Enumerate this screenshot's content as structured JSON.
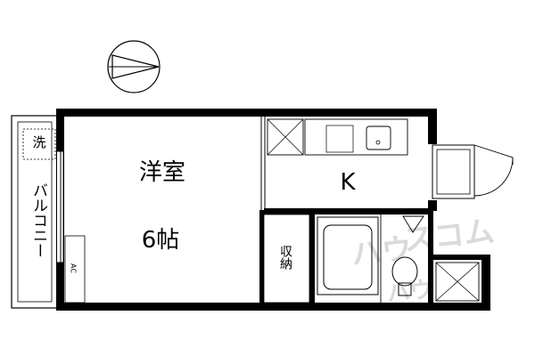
{
  "floor_plan": {
    "rooms": {
      "western_room": {
        "name": "洋室",
        "size": "6帖"
      },
      "kitchen": {
        "name": "K"
      },
      "closet": {
        "name": "収納"
      },
      "balcony": {
        "name": "バルコニー",
        "laundry_label": "洗"
      }
    },
    "markers": {
      "aircon": "AC"
    },
    "icons": {
      "north": "north-compass-icon",
      "sink": "kitchen-sink-icon",
      "bathtub": "bathtub-icon",
      "toilet": "toilet-icon",
      "door": "entrance-door-icon"
    },
    "watermark": "ハウスコム"
  },
  "colors": {
    "wall": "#000000",
    "line": "#333333",
    "watermark": "#d6d6d6"
  }
}
